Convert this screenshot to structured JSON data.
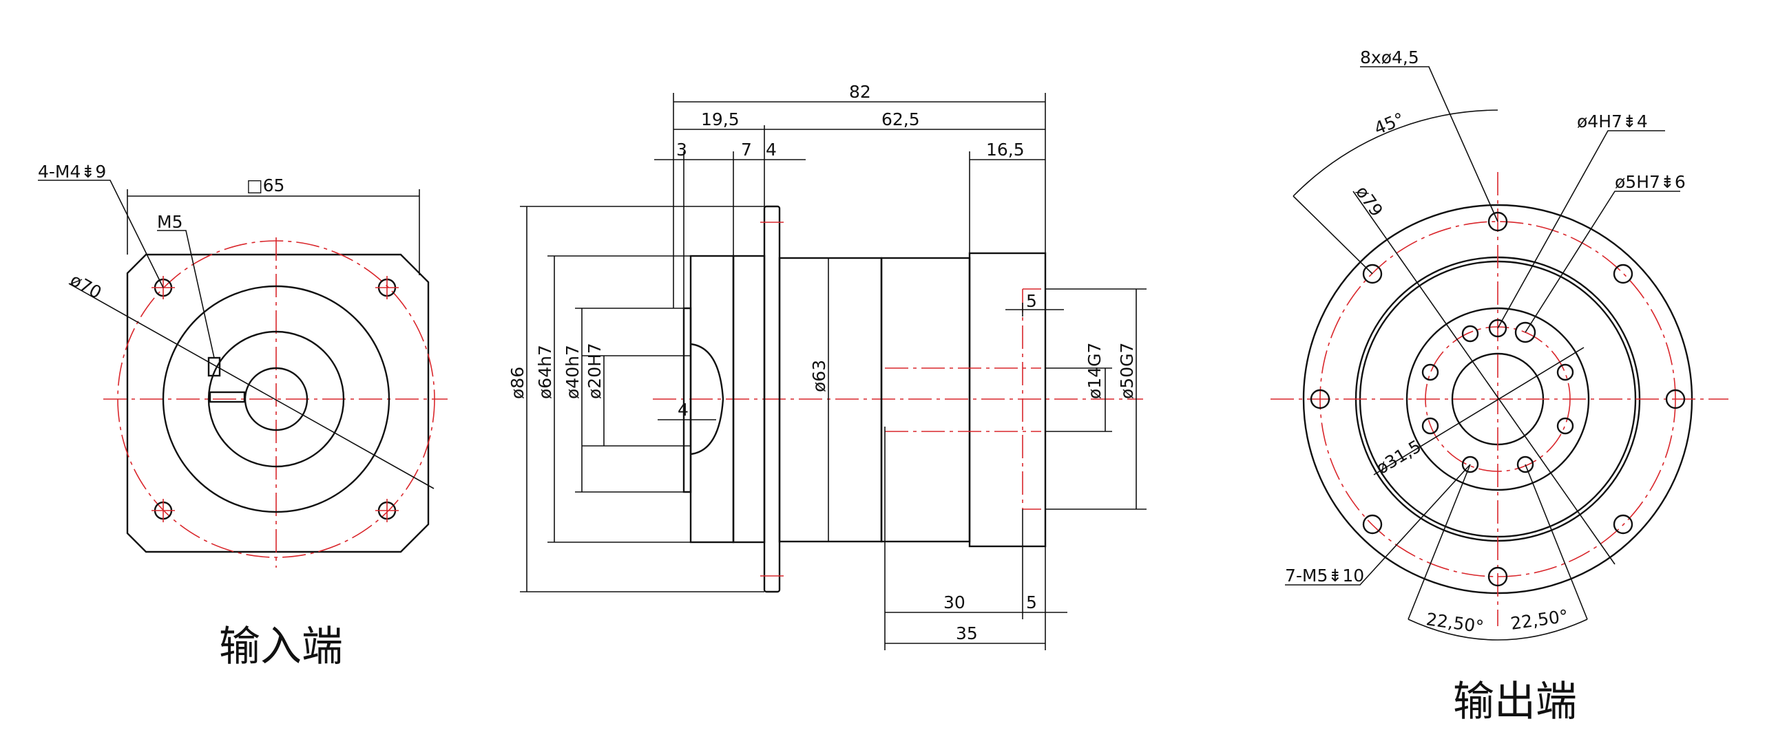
{
  "colors": {
    "outline": "#111111",
    "centerline": "#d9262b",
    "background": "#ffffff"
  },
  "captions": {
    "input_end": "输入端",
    "output_end": "输出端"
  },
  "input_view": {
    "bolts": "4-M4⇟9",
    "square": "□65",
    "key_thread": "M5",
    "bolt_circle": "ø70"
  },
  "side_view": {
    "overall_length": "82",
    "flange_offset": "19,5",
    "body_length": "62,5",
    "step_3": "3",
    "step_7": "7",
    "step_4": "4",
    "output_hub": "16,5",
    "flange_dia": "ø86",
    "pilot_dia": "ø64h7",
    "input_bore_outer": "ø40h7",
    "input_bore": "ø20H7",
    "inner_depth": "4",
    "body_dia": "ø63",
    "shaft_step": "5",
    "output_shaft": "ø14G7",
    "output_pilot": "ø50G7",
    "shaft_len_30": "30",
    "shaft_len_5": "5",
    "shaft_len_35": "35"
  },
  "output_view": {
    "holes_outer": "8xø4,5",
    "angle_45": "45°",
    "pin_hole_4": "ø4H7⇟4",
    "pin_hole_5": "ø5H7⇟6",
    "bolt_circle": "ø79",
    "inner_circle": "ø31,5",
    "threads": "7-M5⇟10",
    "angle_left": "22,50°",
    "angle_right": "22,50°"
  }
}
